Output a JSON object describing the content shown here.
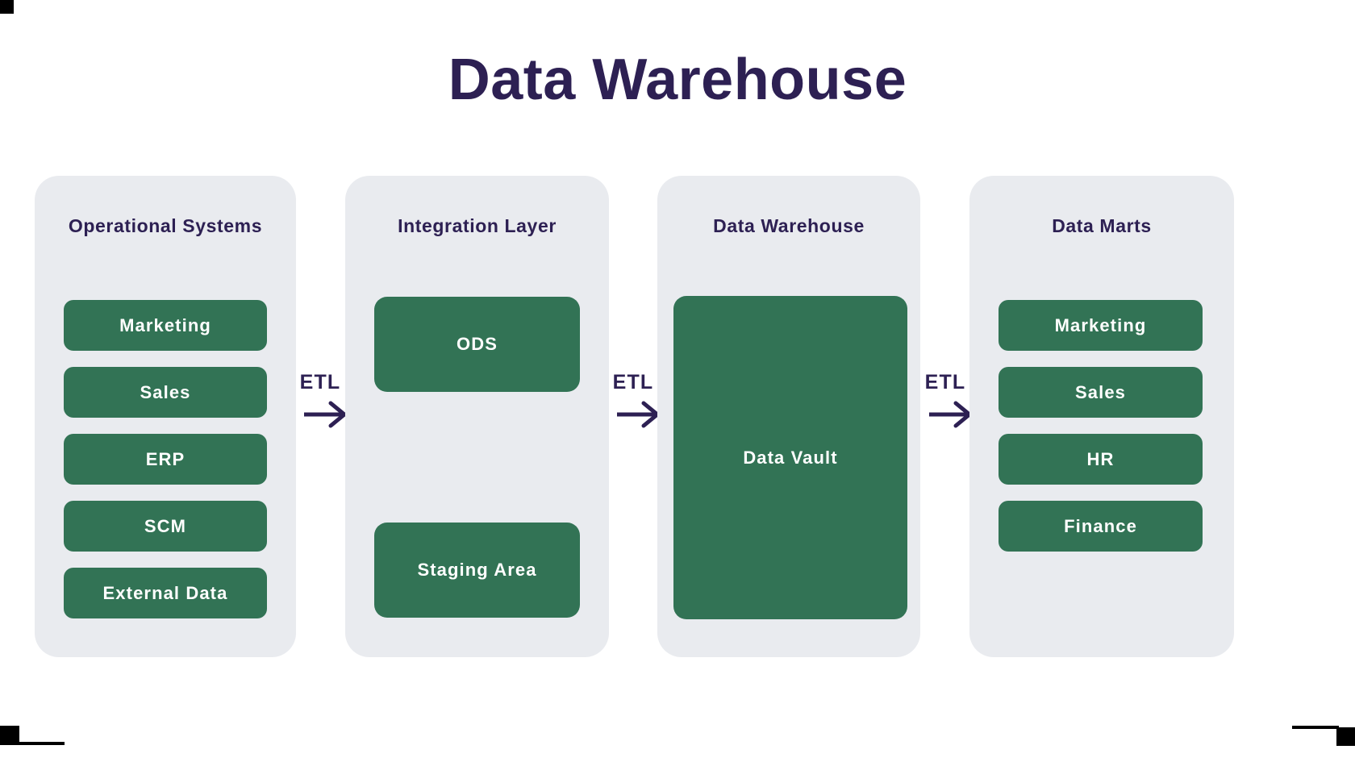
{
  "page": {
    "title": "Data Warehouse",
    "background_color": "#ffffff",
    "accent_green": "#327355",
    "panel_color": "#e9ebef",
    "text_dark": "#2d2053"
  },
  "columns": [
    {
      "id": "operational-systems",
      "title": "Operational Systems",
      "nodes": [
        {
          "label": "Marketing"
        },
        {
          "label": "Sales"
        },
        {
          "label": "ERP"
        },
        {
          "label": "SCM"
        },
        {
          "label": "External Data"
        }
      ]
    },
    {
      "id": "integration-layer",
      "title": "Integration Layer",
      "nodes": [
        {
          "label": "ODS"
        },
        {
          "label": "Staging Area"
        }
      ]
    },
    {
      "id": "data-warehouse",
      "title": "Data Warehouse",
      "nodes": [
        {
          "label": "Data Vault"
        }
      ]
    },
    {
      "id": "data-marts",
      "title": "Data Marts",
      "nodes": [
        {
          "label": "Marketing"
        },
        {
          "label": "Sales"
        },
        {
          "label": "HR"
        },
        {
          "label": "Finance"
        }
      ]
    }
  ],
  "connectors": [
    {
      "id": "etl-1",
      "label": "ETL"
    },
    {
      "id": "etl-2",
      "label": "ETL"
    },
    {
      "id": "etl-3",
      "label": "ETL"
    }
  ]
}
